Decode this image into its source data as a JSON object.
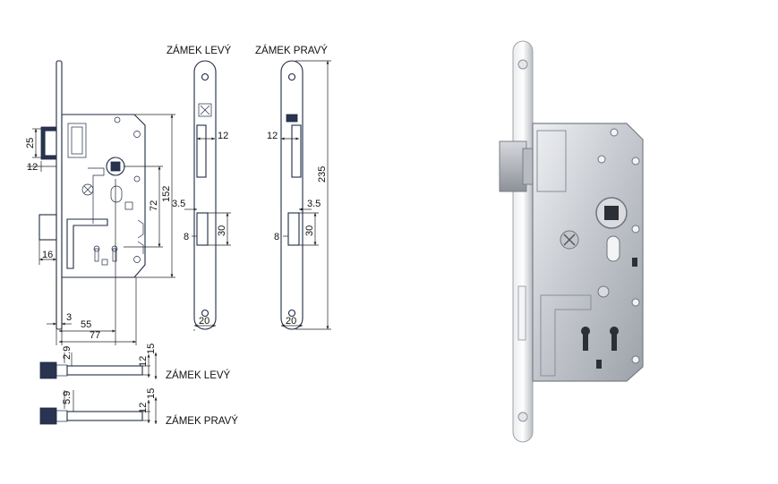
{
  "labels": {
    "lock_left": "ZÁMEK LEVÝ",
    "lock_right": "ZÁMEK PRAVÝ",
    "latch_left": "ZÁMEK LEVÝ",
    "latch_right": "ZÁMEK PRAVÝ"
  },
  "dimensions": {
    "backset_latch_height": "25",
    "latch_projection": "12",
    "bolt_projection": "16",
    "spindle_to_key": "72",
    "total_height": "152",
    "faceplate_offset": "3",
    "backset": "55",
    "case_depth": "77",
    "left_face_latch": "12",
    "left_face_offset": "3.5",
    "left_face_slot_w": "8",
    "left_face_slot_h": "30",
    "left_face_width": "20",
    "right_face_latch": "12",
    "right_face_offset": "3.5",
    "right_face_slot_w": "8",
    "right_face_slot_h": "30",
    "right_face_width": "20",
    "faceplate_length": "235",
    "latch_left_offset": "2.9",
    "latch_left_12": "12",
    "latch_left_15": "15",
    "latch_right_offset": "5.9",
    "latch_right_12": "12",
    "latch_right_15": "15"
  },
  "colors": {
    "line": "#1f2a44",
    "metal": "#c9ccd1"
  }
}
